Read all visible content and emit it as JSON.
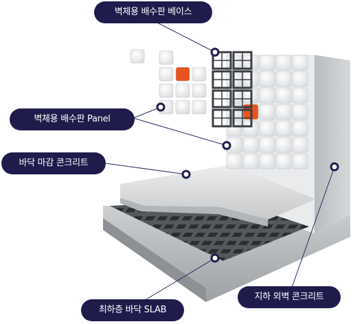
{
  "labels": {
    "wall_drain_base": "벽체용 배수판 베이스",
    "wall_drain_panel": "벽체용 배수판 Panel",
    "floor_finish_concrete": "바닥 마감 콘크리트",
    "lowest_floor_slab": "최하층 바닥 SLAB",
    "basement_wall_concrete": "지하 외벽 콘크리트"
  },
  "colors": {
    "label_bg": "#1f1c4c",
    "leader_line": "#2a2760",
    "orange_tile": "#e8531f",
    "concrete": "#c9ccce",
    "drain_grid": "#3a3d42"
  }
}
